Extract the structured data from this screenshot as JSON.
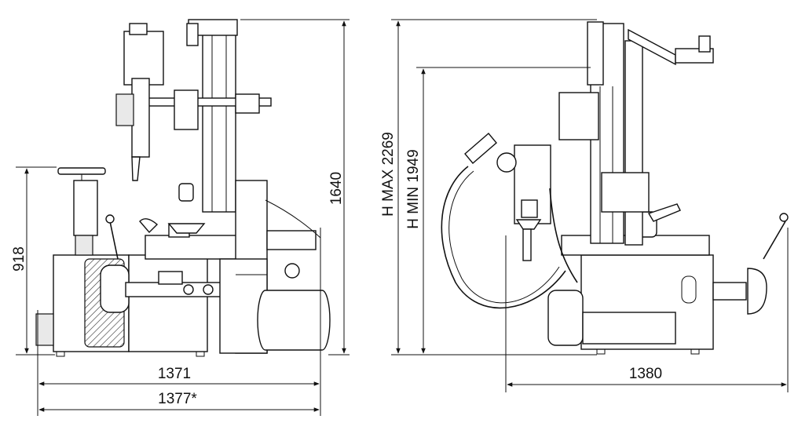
{
  "diagram": {
    "left_view": {
      "dim_height": "1640",
      "dim_side_height": "918",
      "dim_width": "1371",
      "dim_width_alt": "1377*"
    },
    "right_view": {
      "dim_h_max": "H MAX 2269",
      "dim_h_min": "H MIN 1949",
      "dim_width": "1380"
    }
  }
}
